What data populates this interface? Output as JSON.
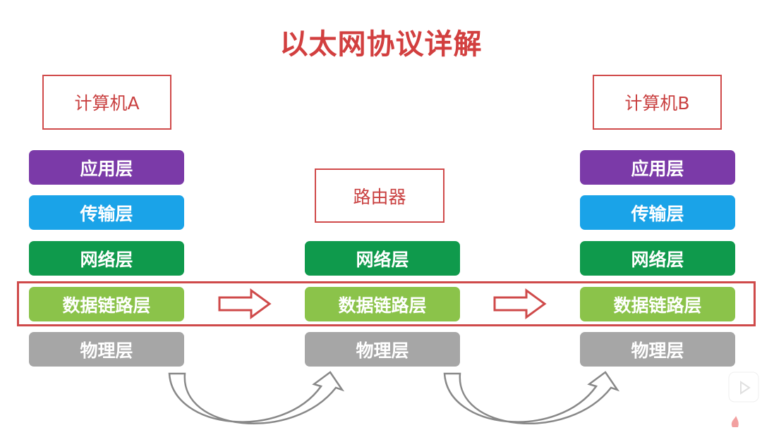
{
  "title": "以太网协议详解",
  "hosts": {
    "a": "计算机A",
    "router": "路由器",
    "b": "计算机B"
  },
  "layers": {
    "application": "应用层",
    "transport": "传输层",
    "network": "网络层",
    "datalink": "数据链路层",
    "physical": "物理层"
  },
  "colors": {
    "title": "#d23f3f",
    "application": "#7b3aa8",
    "transport": "#1aa3e8",
    "network": "#0f9a4c",
    "datalink": "#8bc34a",
    "physical": "#a6a6a6",
    "highlight": "#cf4a4a"
  }
}
